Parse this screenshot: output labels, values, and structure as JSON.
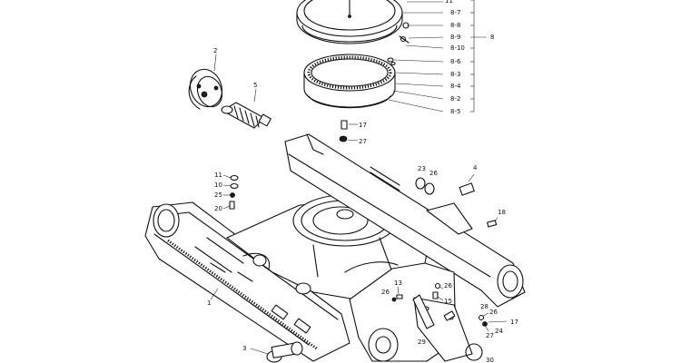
{
  "callouts": {
    "c_11": "11",
    "c_8_7": "8-7",
    "c_8_8": "8-8",
    "c_8_9": "8-9",
    "c_8": "8",
    "c_8_10": "8-10",
    "c_8_6": "8-6",
    "c_8_3": "8-3",
    "c_8_4": "8-4",
    "c_8_2": "8-2",
    "c_8_5": "8-5",
    "c_2": "2",
    "c_5": "5",
    "c_17_top": "17",
    "c_27_top": "27",
    "c_23": "23",
    "c_26_mid": "26",
    "c_4": "4",
    "c_11_left": "11",
    "c_10": "10",
    "c_25": "25",
    "c_20": "20",
    "c_18": "18",
    "c_13": "13",
    "c_26_low": "26",
    "c_26_right": "26",
    "c_15": "15",
    "c_28": "28",
    "c_26_far": "26",
    "c_17_low": "17",
    "c_24": "24",
    "c_27_low": "27",
    "c_29": "29",
    "c_1": "1",
    "c_3": "3",
    "c_30": "30"
  }
}
